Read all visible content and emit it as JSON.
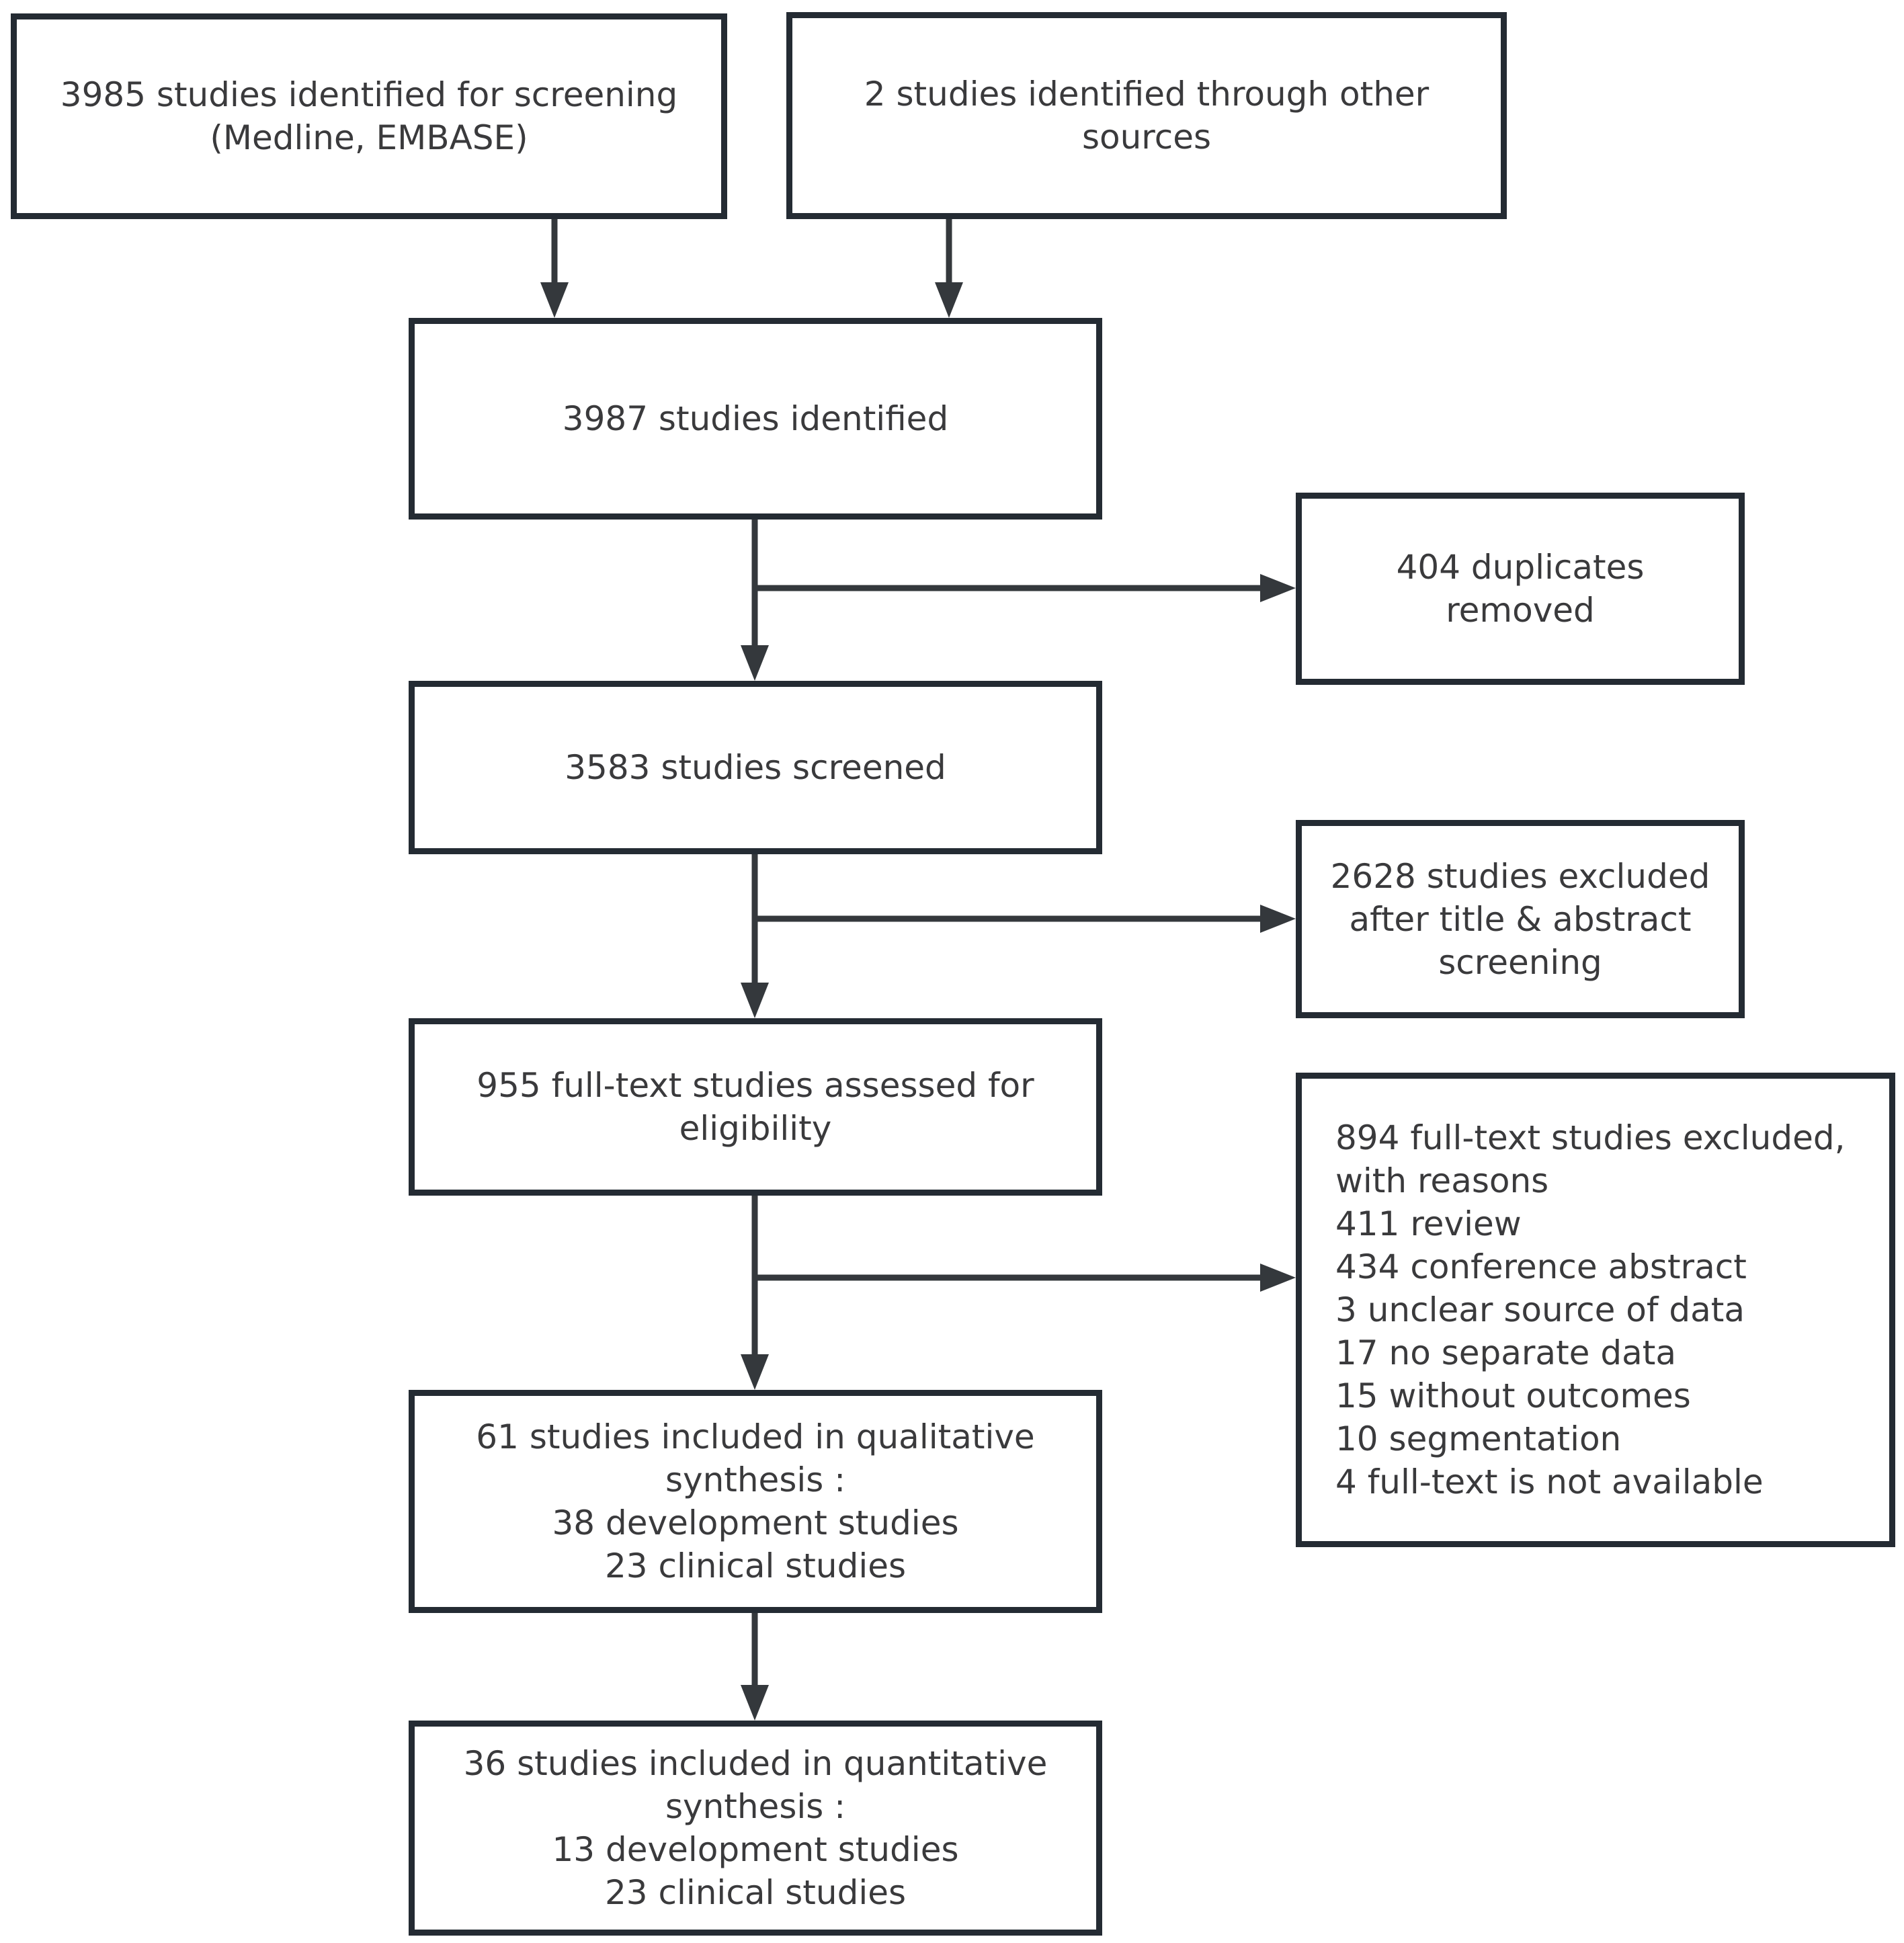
{
  "colors": {
    "border": "#242b33",
    "arrow": "#34383c",
    "text": "#3a3a3c",
    "background": "#ffffff"
  },
  "boxes": [
    {
      "id": "identified-for-screening",
      "text": "3985 studies identified for screening\n(Medline, EMBASE)"
    },
    {
      "id": "other-sources",
      "text": "2 studies identified through other\nsources"
    },
    {
      "id": "studies-identified",
      "text": "3987 studies identified"
    },
    {
      "id": "duplicates-removed",
      "text": "404 duplicates\nremoved"
    },
    {
      "id": "studies-screened",
      "text": "3583 studies screened"
    },
    {
      "id": "excluded-title-abstract",
      "text": "2628 studies excluded\nafter title & abstract\nscreening"
    },
    {
      "id": "fulltext-assessed",
      "text": "955 full-text studies assessed for\neligibility"
    },
    {
      "id": "fulltext-excluded",
      "text": "894 full-text studies excluded,\nwith reasons\n411 review\n434 conference abstract\n3 unclear source of data\n17 no separate data\n15 without outcomes\n10 segmentation\n4 full-text is not available"
    },
    {
      "id": "qualitative-synthesis",
      "text": "61 studies included in qualitative\nsynthesis :\n38 development studies\n23 clinical studies"
    },
    {
      "id": "quantitative-synthesis",
      "text": "36 studies included in quantitative\nsynthesis :\n13 development studies\n23 clinical studies"
    }
  ],
  "edges": [
    {
      "from": "identified-for-screening",
      "to": "studies-identified"
    },
    {
      "from": "other-sources",
      "to": "studies-identified"
    },
    {
      "from": "studies-identified",
      "to": "duplicates-removed"
    },
    {
      "from": "studies-identified",
      "to": "studies-screened"
    },
    {
      "from": "studies-screened",
      "to": "excluded-title-abstract"
    },
    {
      "from": "studies-screened",
      "to": "fulltext-assessed"
    },
    {
      "from": "fulltext-assessed",
      "to": "fulltext-excluded"
    },
    {
      "from": "fulltext-assessed",
      "to": "qualitative-synthesis"
    },
    {
      "from": "qualitative-synthesis",
      "to": "quantitative-synthesis"
    }
  ]
}
